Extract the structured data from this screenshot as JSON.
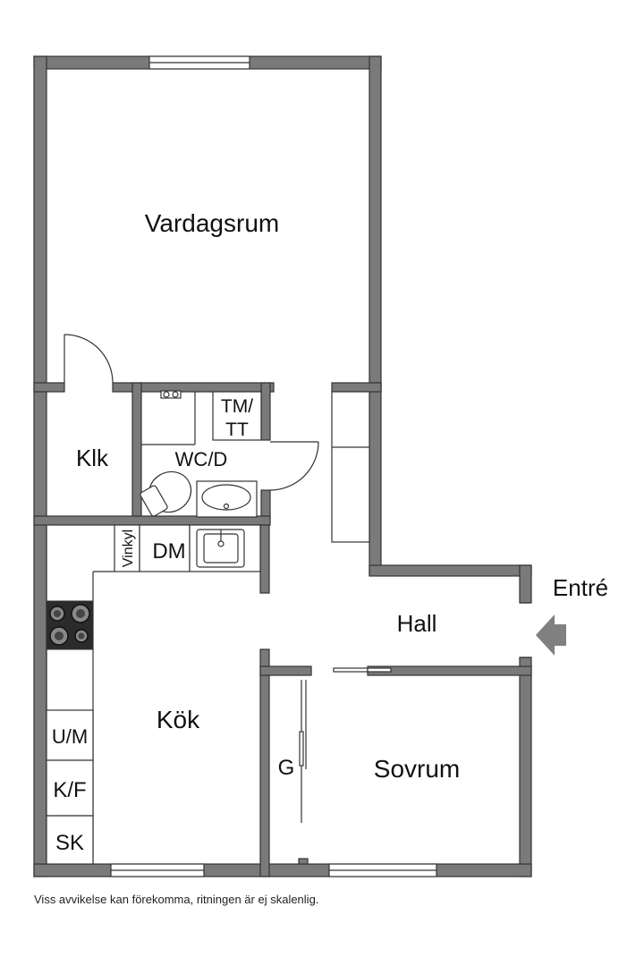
{
  "rooms": {
    "vardagsrum": "Vardagsrum",
    "klk": "Klk",
    "wcd": "WC/D",
    "tmtt_line1": "TM/",
    "tmtt_line2": "TT",
    "vinkyl": "Vinkyl",
    "dm": "DM",
    "hall": "Hall",
    "entre": "Entré",
    "kok": "Kök",
    "um": "U/M",
    "kf": "K/F",
    "sk": "SK",
    "g": "G",
    "sovrum": "Sovrum"
  },
  "disclaimer": "Viss avvikelse kan förekomma, ritningen är ej skalenlig.",
  "colors": {
    "wall_fill": "#7a7a7a",
    "line": "#333333",
    "arrow": "#808080"
  }
}
